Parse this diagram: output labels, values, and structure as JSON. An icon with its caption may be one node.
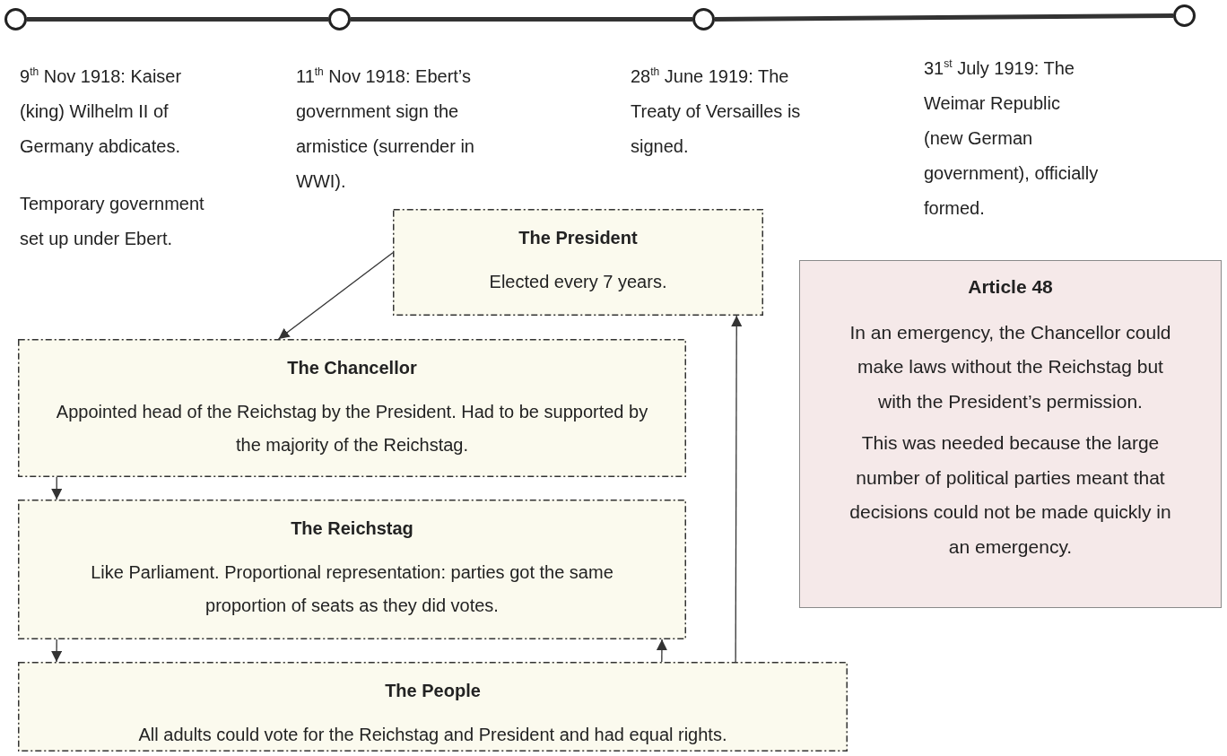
{
  "diagram": {
    "nodes": [
      {
        "text": [],
        "shape": "circle"
      },
      {
        "text": [],
        "shape": "circle"
      },
      {
        "text": [],
        "shape": "circle"
      },
      {
        "text": [],
        "shape": "circle"
      },
      {
        "text": [
          "The President",
          "Elected every 7 years."
        ]
      },
      {
        "text": [
          "The Chancellor",
          "Appointed head of the Reichstag by the President. Had to be supported by the majority of the Reichstag."
        ]
      },
      {
        "text": [
          "The Reichstag",
          "Like Parliament. Proportional representation: parties got the same proportion of seats as they did votes."
        ]
      },
      {
        "text": [
          "The People",
          "All adults could vote for the Reichstag and President and had equal rights."
        ]
      },
      {
        "text": [
          "Article 48",
          "In an emergency, the Chancellor could make laws without the Reichstag but with the President’s permission.",
          "This was needed because the large number of political parties meant that decisions could not be made quickly in an emergency."
        ]
      }
    ],
    "edges": [
      {
        "from": 0,
        "to": 1,
        "arrow": "none",
        "style": "thick"
      },
      {
        "from": 1,
        "to": 2,
        "arrow": "none",
        "style": "thick"
      },
      {
        "from": 2,
        "to": 3,
        "arrow": "none",
        "style": "thick"
      },
      {
        "from": 4,
        "to": 5,
        "arrow": "to"
      },
      {
        "from": 5,
        "to": 6,
        "arrow": "to"
      },
      {
        "from": 6,
        "to": 7,
        "arrow": "to"
      },
      {
        "from": 7,
        "to": 6,
        "arrow": "to"
      },
      {
        "from": 7,
        "to": 4,
        "arrow": "to"
      }
    ],
    "labels": [
      "9$^{th}$ Nov 1918: Kaiser (king) Wilhelm II of Germany abdicates.",
      "11$^{th}$ Nov 1918: Ebert’s government sign the armistice (surrender in WWI).",
      "28$^{th}$ June 1919: The Treaty of Versailles is signed.",
      "31$^{st}$ July 1919: The Weimar Republic (new German government), officially formed.",
      "Temporary government set up under Ebert."
    ]
  }
}
